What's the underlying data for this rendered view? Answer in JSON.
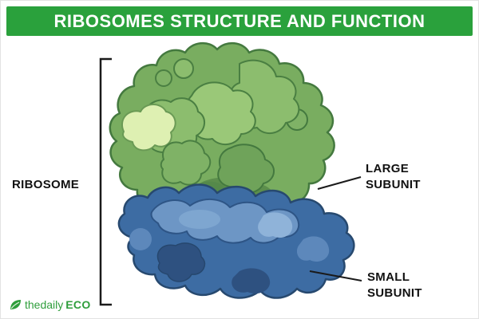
{
  "banner": {
    "title": "RIBOSOMES STRUCTURE AND FUNCTION",
    "bg_color": "#2aa13c",
    "text_color": "#ffffff"
  },
  "diagram": {
    "bracket_label": "RIBOSOME",
    "callouts": [
      {
        "label": "LARGE SUBUNIT",
        "target": "large-subunit"
      },
      {
        "label": "SMALL SUBUNIT",
        "target": "small-subunit"
      }
    ],
    "colors": {
      "large_subunit_green": "#79ad60",
      "large_subunit_highlight": "#def0b2",
      "small_subunit_blue": "#3d6ca3",
      "outline_black": "#1a1a1a"
    }
  },
  "logo": {
    "prefix": "thedaily",
    "suffix": "ECO",
    "color": "#2f9e3c"
  }
}
